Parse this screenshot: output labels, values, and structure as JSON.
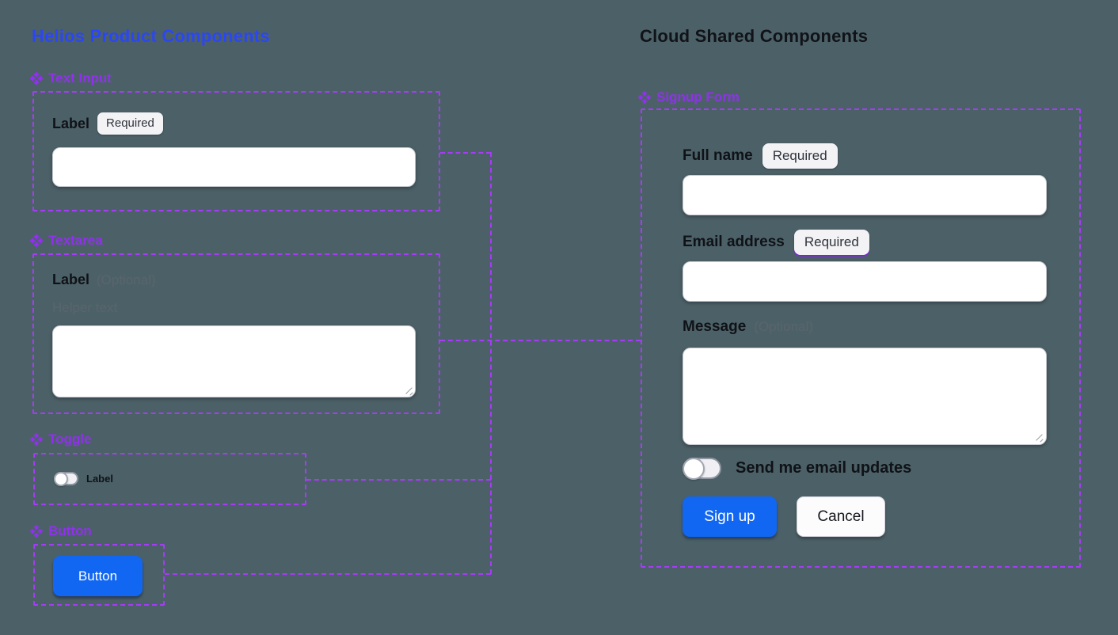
{
  "canvas": {
    "background": "#4C6167",
    "outline_purple": "#A63BF8",
    "title_blue": "#2B46F5",
    "primary_blue": "#1167F1"
  },
  "left_panel": {
    "title": "Helios Product Components",
    "text_input": {
      "component_name": "Text Input",
      "field_label": "Label",
      "required_badge": "Required",
      "value": ""
    },
    "textarea": {
      "component_name": "Textarea",
      "field_label": "Label",
      "optional_note": "(Optional)",
      "helper_text": "Helper text",
      "value": ""
    },
    "toggle": {
      "component_name": "Toggle",
      "toggle_label": "Label",
      "state": "off"
    },
    "button": {
      "component_name": "Button",
      "button_label": "Button"
    }
  },
  "right_panel": {
    "title": "Cloud Shared Components",
    "signup_form": {
      "component_name": "Signup Form",
      "full_name": {
        "label": "Full name",
        "badge": "Required",
        "value": ""
      },
      "email": {
        "label": "Email address",
        "badge": "Required",
        "value": ""
      },
      "message": {
        "label": "Message",
        "optional_note": "(Optional)",
        "value": ""
      },
      "updates_toggle_label": "Send me email updates",
      "updates_toggle_state": "off",
      "signup_button": "Sign up",
      "cancel_button": "Cancel"
    }
  }
}
